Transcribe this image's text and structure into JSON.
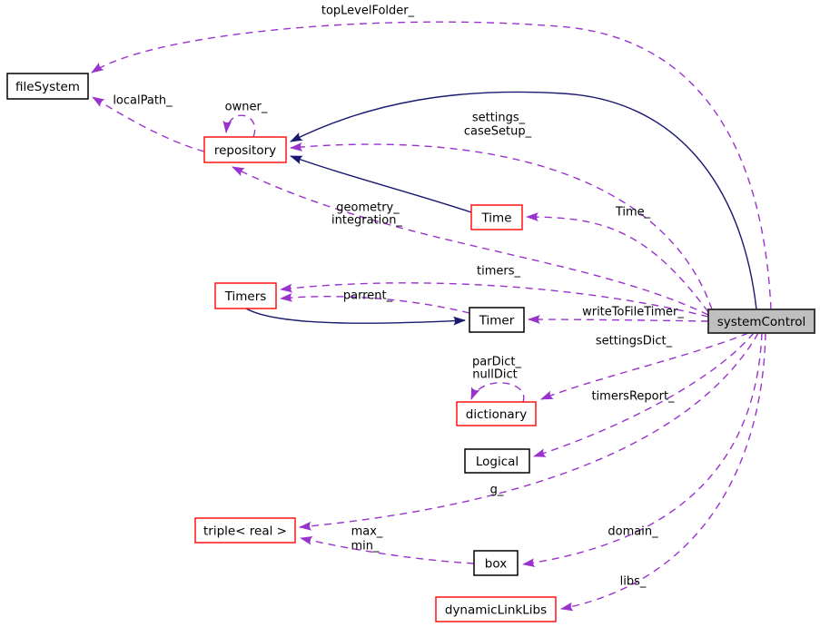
{
  "colors": {
    "background": "#ffffff",
    "usage_edge": "#9a32cd",
    "inheritance_edge": "#191970",
    "node_border_black": "#000000",
    "node_border_red": "#fd1412",
    "focus_node_fill": "#bfbfbf",
    "text": "#000000"
  },
  "nodes": [
    {
      "id": "fileSystem",
      "label": "fileSystem",
      "border": "black"
    },
    {
      "id": "repository",
      "label": "repository",
      "border": "red"
    },
    {
      "id": "Time",
      "label": "Time",
      "border": "red"
    },
    {
      "id": "Timers",
      "label": "Timers",
      "border": "red"
    },
    {
      "id": "Timer",
      "label": "Timer",
      "border": "black"
    },
    {
      "id": "systemControl",
      "label": "systemControl",
      "border": "black",
      "fill": "gray",
      "focus": true
    },
    {
      "id": "dictionary",
      "label": "dictionary",
      "border": "red"
    },
    {
      "id": "Logical",
      "label": "Logical",
      "border": "black"
    },
    {
      "id": "triple",
      "label": "triple< real >",
      "border": "red"
    },
    {
      "id": "box",
      "label": "box",
      "border": "black"
    },
    {
      "id": "dynamicLinkLibs",
      "label": "dynamicLinkLibs",
      "border": "red"
    }
  ],
  "edges": [
    {
      "from": "systemControl",
      "to": "fileSystem",
      "label": "topLevelFolder_",
      "style": "dashed"
    },
    {
      "from": "repository",
      "to": "fileSystem",
      "label": "localPath_",
      "style": "dashed"
    },
    {
      "from": "repository",
      "to": "repository",
      "label": "owner_",
      "style": "dashed"
    },
    {
      "from": "systemControl",
      "to": "repository",
      "lines": [
        "settings_",
        "caseSetup_"
      ],
      "style": "dashed"
    },
    {
      "from": "systemControl",
      "to": "repository",
      "lines": [
        "geometry_",
        "integration_"
      ],
      "style": "dashed"
    },
    {
      "from": "systemControl",
      "to": "Time",
      "label": "Time_",
      "style": "dashed"
    },
    {
      "from": "systemControl",
      "to": "Timers",
      "label": "timers_",
      "style": "dashed"
    },
    {
      "from": "Timer",
      "to": "Timers",
      "label": "parrent_",
      "style": "dashed"
    },
    {
      "from": "systemControl",
      "to": "Timer",
      "label": "writeToFileTimer_",
      "style": "dashed"
    },
    {
      "from": "systemControl",
      "to": "dictionary",
      "label": "settingsDict_",
      "style": "dashed"
    },
    {
      "from": "dictionary",
      "to": "dictionary",
      "lines": [
        "parDict_",
        "nullDict"
      ],
      "style": "dashed"
    },
    {
      "from": "systemControl",
      "to": "Logical",
      "label": "timersReport_",
      "style": "dashed"
    },
    {
      "from": "systemControl",
      "to": "triple",
      "label": "g_",
      "style": "dashed"
    },
    {
      "from": "box",
      "to": "triple",
      "lines": [
        "max_",
        "min_"
      ],
      "style": "dashed"
    },
    {
      "from": "systemControl",
      "to": "box",
      "label": "domain_",
      "style": "dashed"
    },
    {
      "from": "systemControl",
      "to": "dynamicLinkLibs",
      "label": "libs_",
      "style": "dashed"
    },
    {
      "from": "systemControl",
      "to": "repository",
      "style": "solid"
    },
    {
      "from": "Time",
      "to": "repository",
      "style": "solid"
    },
    {
      "from": "Timers",
      "to": "Timer",
      "style": "solid"
    }
  ]
}
